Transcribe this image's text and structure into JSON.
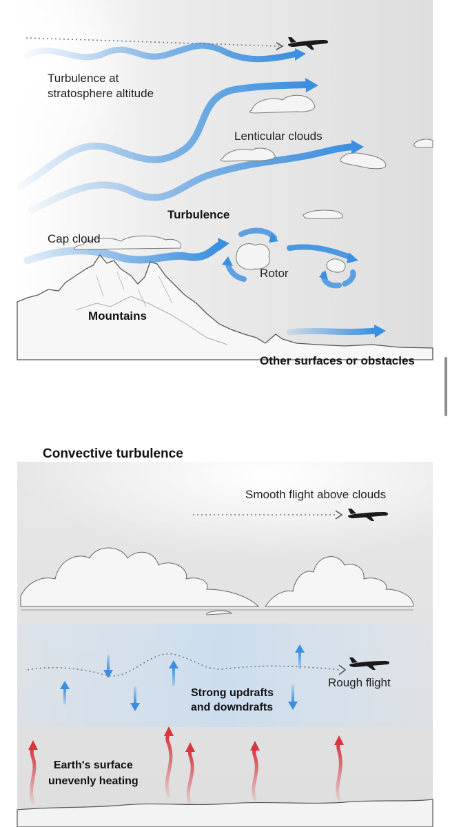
{
  "mountain_wave": {
    "labels": {
      "stratosphere": "Turbulence at\nstratosphere altitude",
      "lenticular": "Lenticular clouds",
      "turbulence": "Turbulence",
      "cap_cloud": "Cap cloud",
      "rotor": "Rotor",
      "mountains": "Mountains",
      "other_surfaces": "Other surfaces or obstacles"
    }
  },
  "convective": {
    "title": "Convective turbulence",
    "labels": {
      "smooth_flight": "Smooth flight above clouds",
      "rough_flight": "Rough flight",
      "updrafts": "Strong updrafts\nand downdrafts",
      "surface": "Earth's surface\nunevenly heating"
    }
  },
  "colors": {
    "wind_blue": "#3a8fe0",
    "heat_red": "#d9343f",
    "plane": "#1a1a1a",
    "background_gray": "#e3e3e3"
  },
  "icons": [
    "airplane-icon",
    "wind-arrow-icon",
    "updraft-arrow-icon",
    "heat-arrow-icon",
    "cloud-icon",
    "mountain-icon"
  ]
}
